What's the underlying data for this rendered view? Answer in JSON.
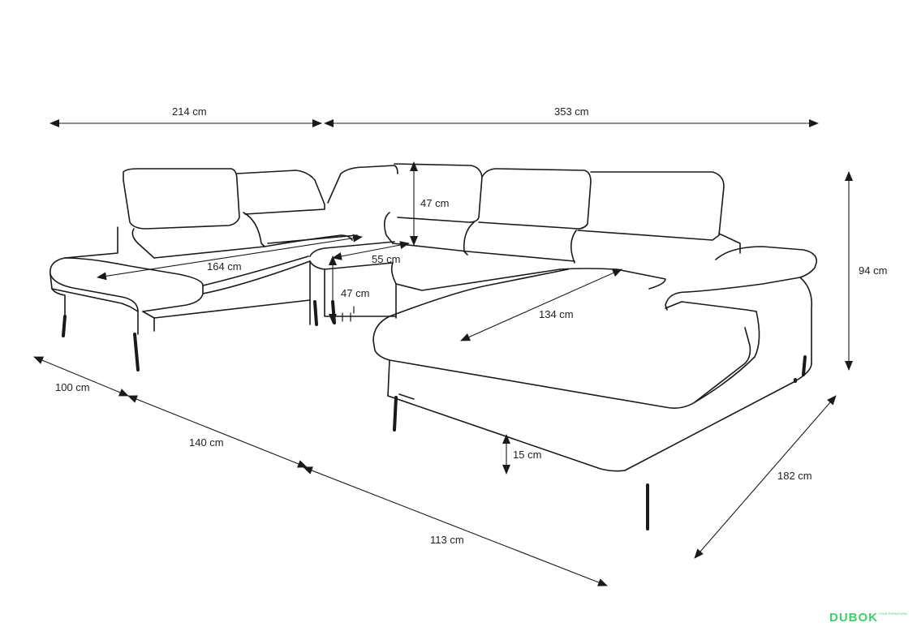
{
  "dimensions": {
    "top_left_width": "214 cm",
    "top_right_width": "353 cm",
    "height_total": "94 cm",
    "headrest_height": "47 cm",
    "seat_depth_center": "55 cm",
    "seat_height": "47 cm",
    "left_chaise_length": "164 cm",
    "right_chaise_length": "134 cm",
    "left_depth": "100 cm",
    "left_side_length": "140 cm",
    "front_length": "113 cm",
    "leg_height": "15 cm",
    "right_side_length": "182 cm"
  },
  "watermark": {
    "brand": "DUBOK",
    "tagline": "YOUR FURNITURE"
  },
  "colors": {
    "line": "#1a1a1a",
    "text": "#222222",
    "watermark": "#3ecf6a"
  }
}
